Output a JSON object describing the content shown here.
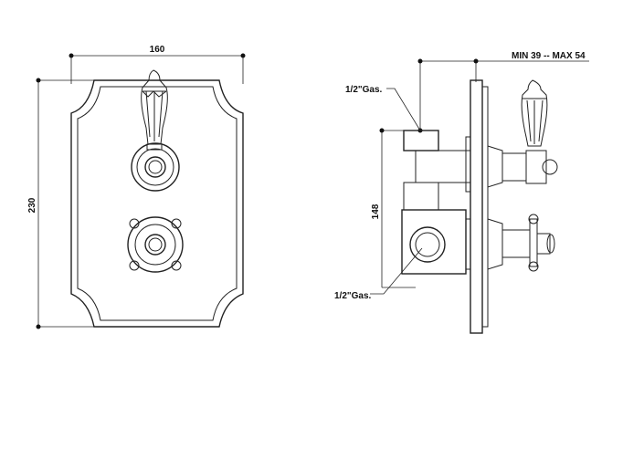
{
  "front_view": {
    "width_dimension": "160",
    "height_dimension": "230"
  },
  "side_view": {
    "depth_dimension": "MIN 39 -- MAX 54",
    "spacing_dimension": "148",
    "top_connection_label": "1/2\"Gas.",
    "bottom_connection_label": "1/2\"Gas."
  }
}
